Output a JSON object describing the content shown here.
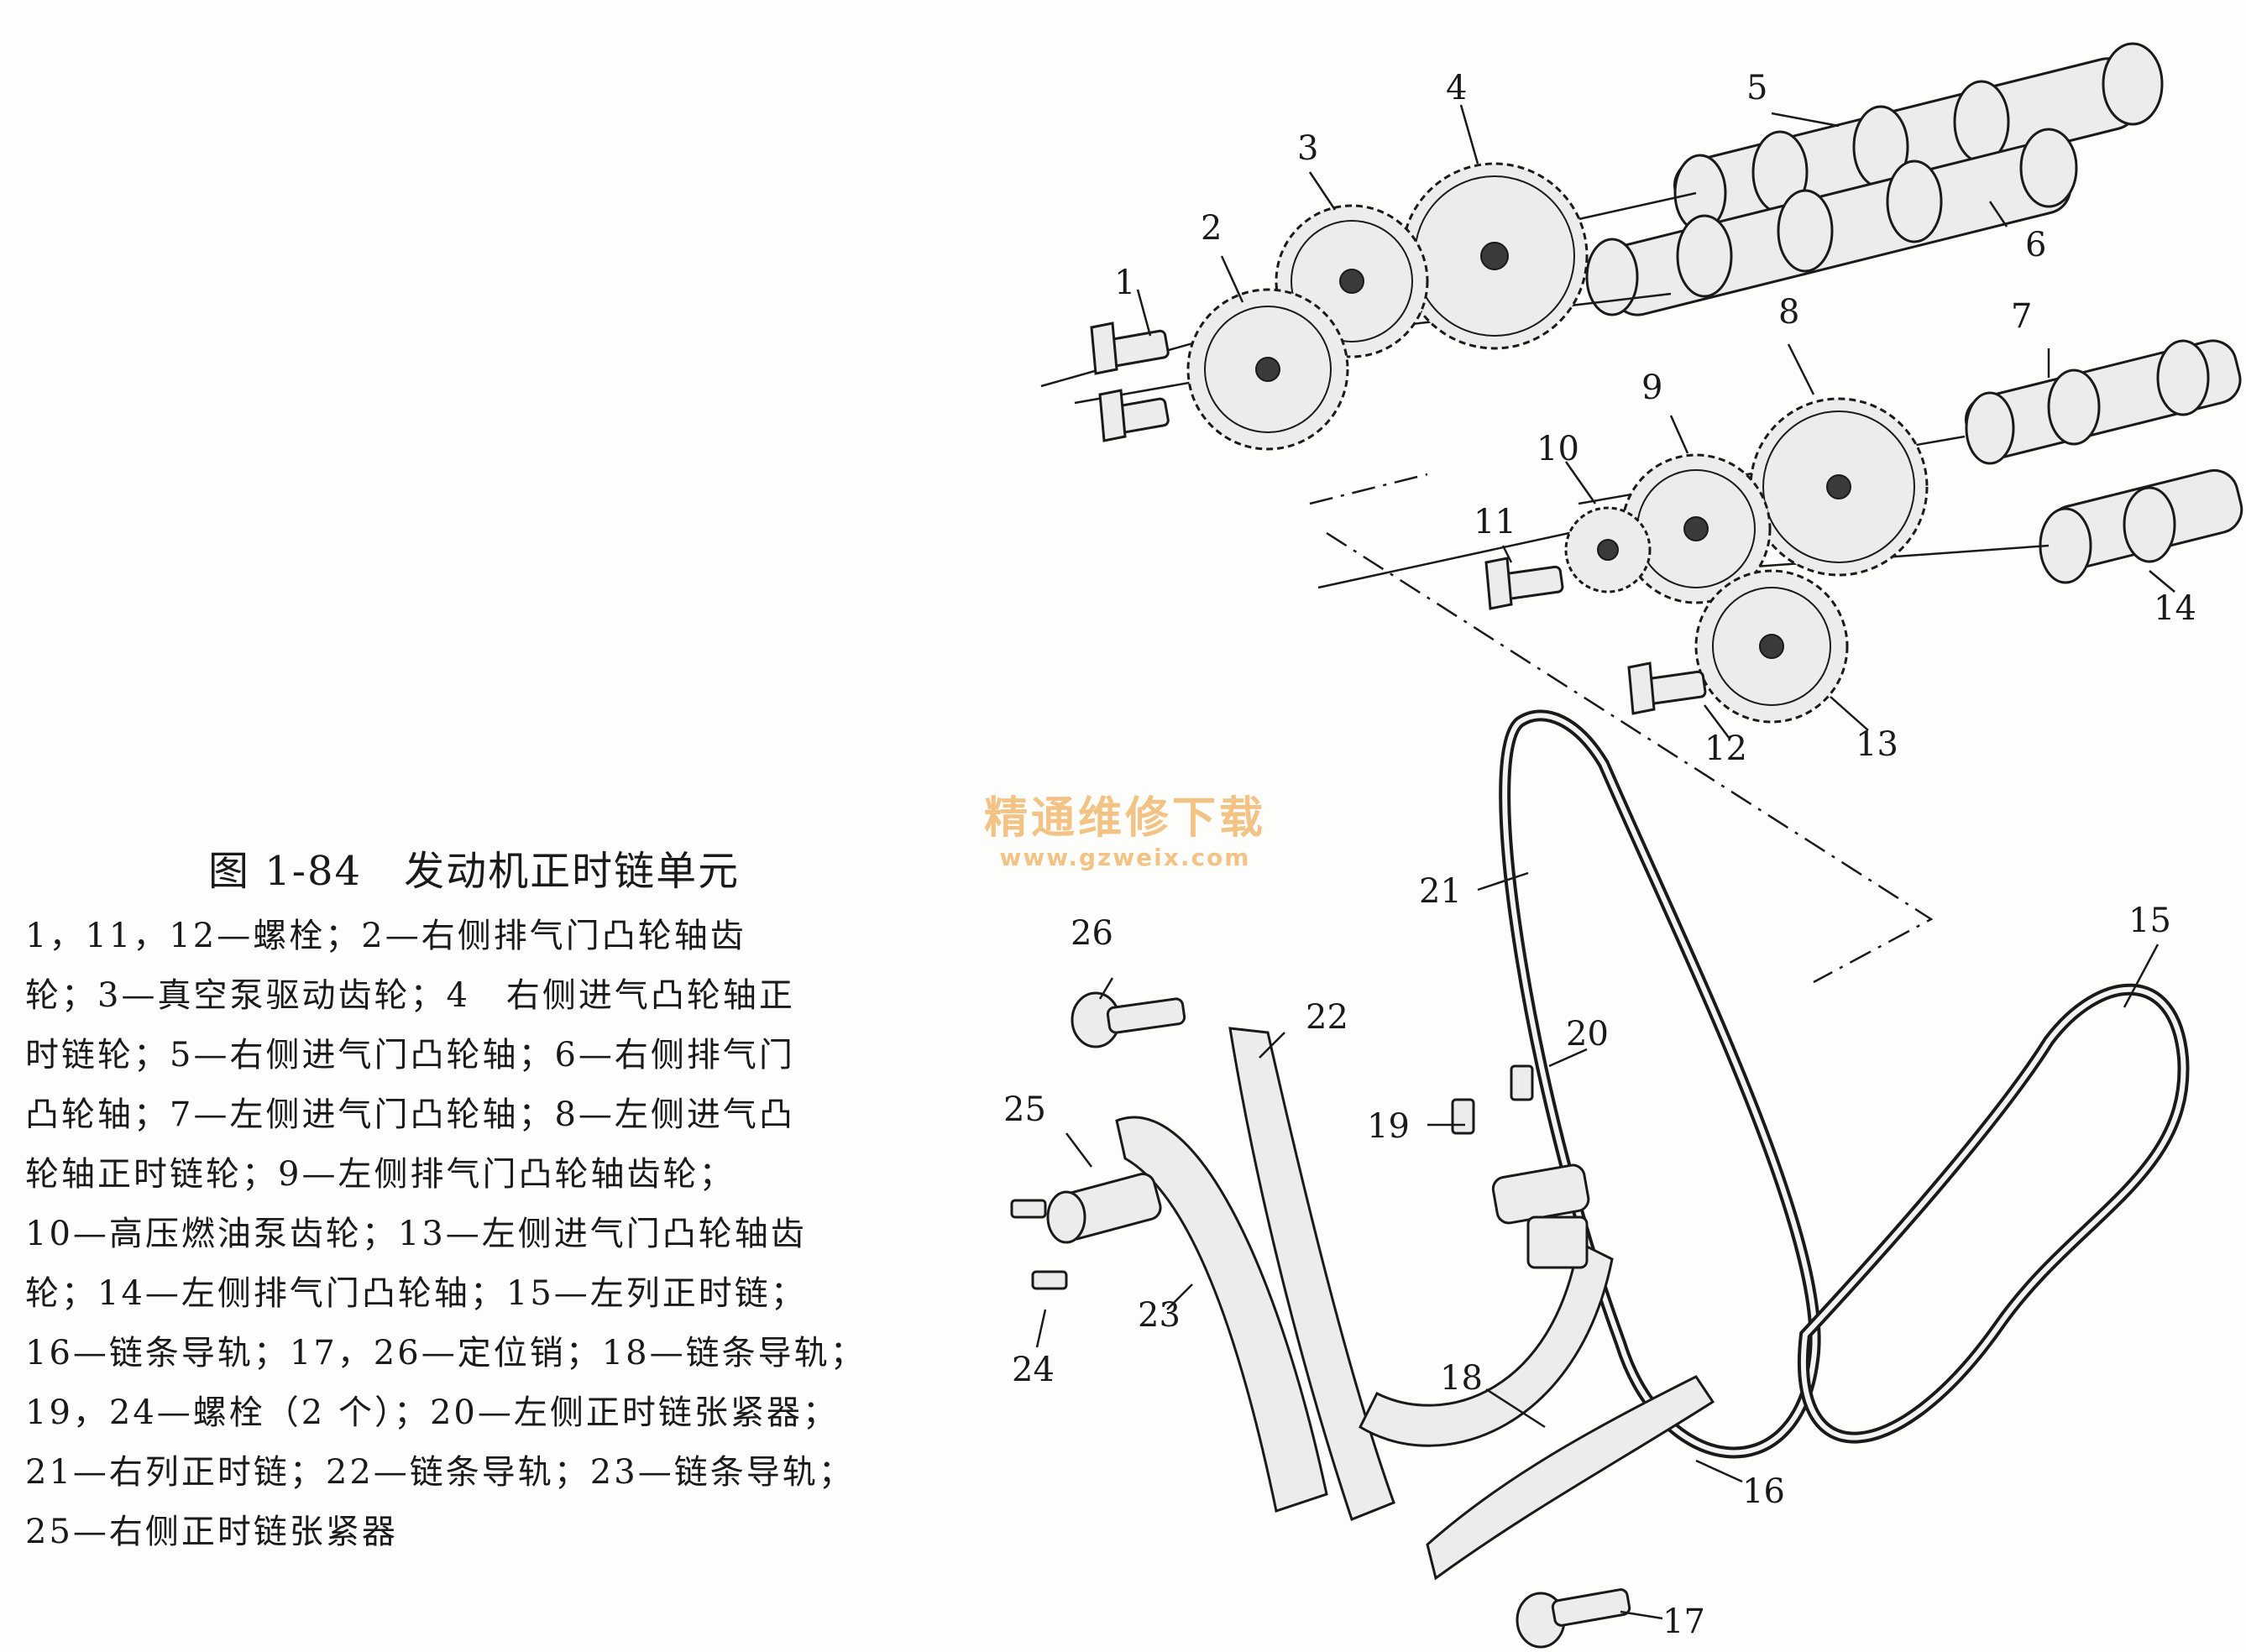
{
  "figure": {
    "title": "图 1-84　发动机正时链单元",
    "legend_lines": [
      "1，11，12—螺栓；2—右侧排气门凸轮轴齿",
      "轮；3—真空泵驱动齿轮；4　右侧进气凸轮轴正",
      "时链轮；5—右侧进气门凸轮轴；6—右侧排气门",
      "凸轮轴；7—左侧进气门凸轮轴；8—左侧进气凸",
      "轮轴正时链轮；9—左侧排气门凸轮轴齿轮；",
      "10—高压燃油泵齿轮；13—左侧进气门凸轮轴齿",
      "轮；14—左侧排气门凸轮轴；15—左列正时链；",
      "16—链条导轨；17，26—定位销；18—链条导轨；",
      "19，24—螺栓（2 个）；20—左侧正时链张紧器；",
      "21—右列正时链；22—链条导轨；23—链条导轨；",
      "25—右侧正时链张紧器"
    ]
  },
  "watermark": {
    "cn": "精通维修下载",
    "url": "www.gzweix.com"
  },
  "callouts": [
    "1",
    "2",
    "3",
    "4",
    "5",
    "6",
    "7",
    "8",
    "9",
    "10",
    "11",
    "12",
    "13",
    "14",
    "15",
    "16",
    "17",
    "18",
    "19",
    "20",
    "21",
    "22",
    "23",
    "24",
    "25",
    "26"
  ],
  "colors": {
    "ink": "#1a1a1a",
    "paper": "#fdfdfb",
    "watermark": "#f0b060"
  }
}
